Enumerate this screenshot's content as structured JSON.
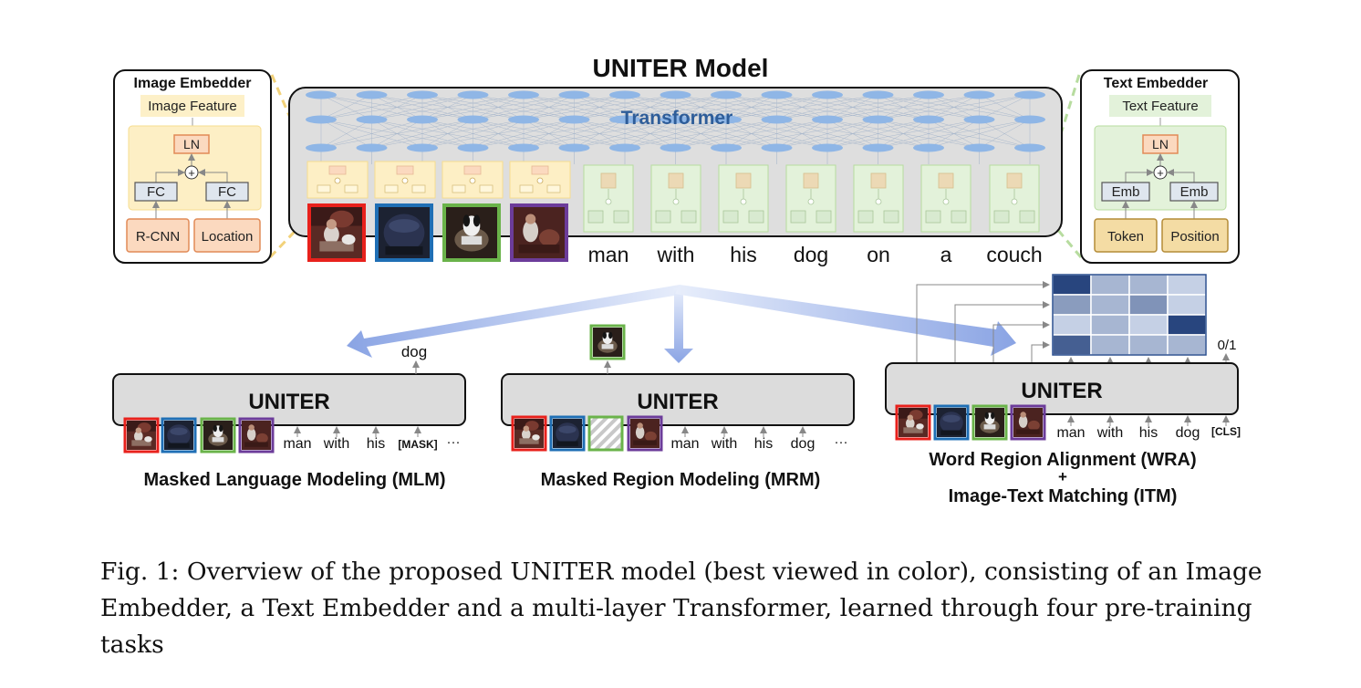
{
  "title": "UNITER Model",
  "transformer": {
    "label": "Transformer"
  },
  "image_embedder": {
    "title": "Image Embedder",
    "feature": "Image Feature",
    "ln": "LN",
    "plus": "+",
    "fc": [
      "FC",
      "FC"
    ],
    "inputs": [
      "R-CNN",
      "Location"
    ]
  },
  "text_embedder": {
    "title": "Text Embedder",
    "feature": "Text Feature",
    "ln": "LN",
    "plus": "+",
    "emb": [
      "Emb",
      "Emb"
    ],
    "inputs": [
      "Token",
      "Position"
    ]
  },
  "input_tokens": [
    "man",
    "with",
    "his",
    "dog",
    "on",
    "a",
    "couch"
  ],
  "region_colors": [
    "#e8211c",
    "#1f6fb5",
    "#6ab34a",
    "#6c3c9a"
  ],
  "colors": {
    "image_yellow": "#fdefc5",
    "image_border": "#f6dc8f",
    "text_green": "#e3f2da",
    "text_border": "#b7dc9f",
    "orange_box": "#fbd9bf",
    "orange_border": "#e18a57",
    "tan_box": "#f4dca4",
    "tan_border": "#b48b37",
    "node_blue": "#8fb6e6",
    "transformer_text": "#2e5d99",
    "grey_box": "#dcdcdc"
  },
  "mlm": {
    "model_label": "UNITER",
    "output": "dog",
    "tokens": [
      "man",
      "with",
      "his",
      "[MASK]",
      "···"
    ],
    "task": "Masked Language Modeling (MLM)"
  },
  "mrm": {
    "model_label": "UNITER",
    "tokens": [
      "man",
      "with",
      "his",
      "dog",
      "···"
    ],
    "task": "Masked Region Modeling (MRM)"
  },
  "wra": {
    "model_label": "UNITER",
    "tokens": [
      "man",
      "with",
      "his",
      "dog",
      "[CLS]"
    ],
    "output": "0/1",
    "task_line1": "Word Region Alignment (WRA)",
    "plus": "+",
    "task_line2": "Image-Text Matching (ITM)",
    "alignment_matrix": [
      [
        0.95,
        0.3,
        0.3,
        0.15
      ],
      [
        0.45,
        0.3,
        0.5,
        0.15
      ],
      [
        0.15,
        0.3,
        0.15,
        0.95
      ],
      [
        0.8,
        0.3,
        0.3,
        0.3
      ]
    ]
  },
  "caption": {
    "prefix": "Fig. 1:",
    "text": "Overview of the proposed UNITER model (best viewed in color), consisting of an Image Embedder, a Text Embedder and a multi-layer Transformer, learned through four pre-training tasks"
  }
}
